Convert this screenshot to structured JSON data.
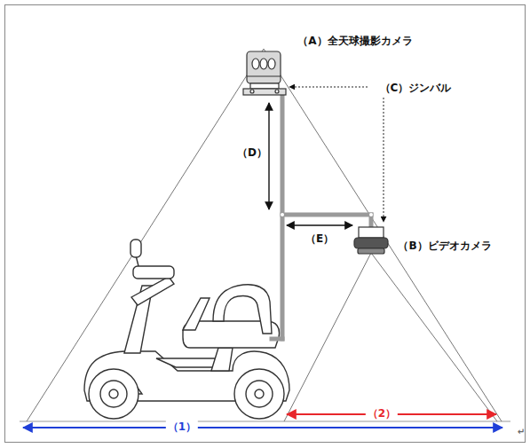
{
  "diagram": {
    "labels": [
      "（A）全天球撮影カメラ",
      "（C）ジンバル",
      "（D）",
      "（E）",
      "（B）ビデオカメラ",
      "（1）",
      "（2）",
      "↵"
    ]
  }
}
